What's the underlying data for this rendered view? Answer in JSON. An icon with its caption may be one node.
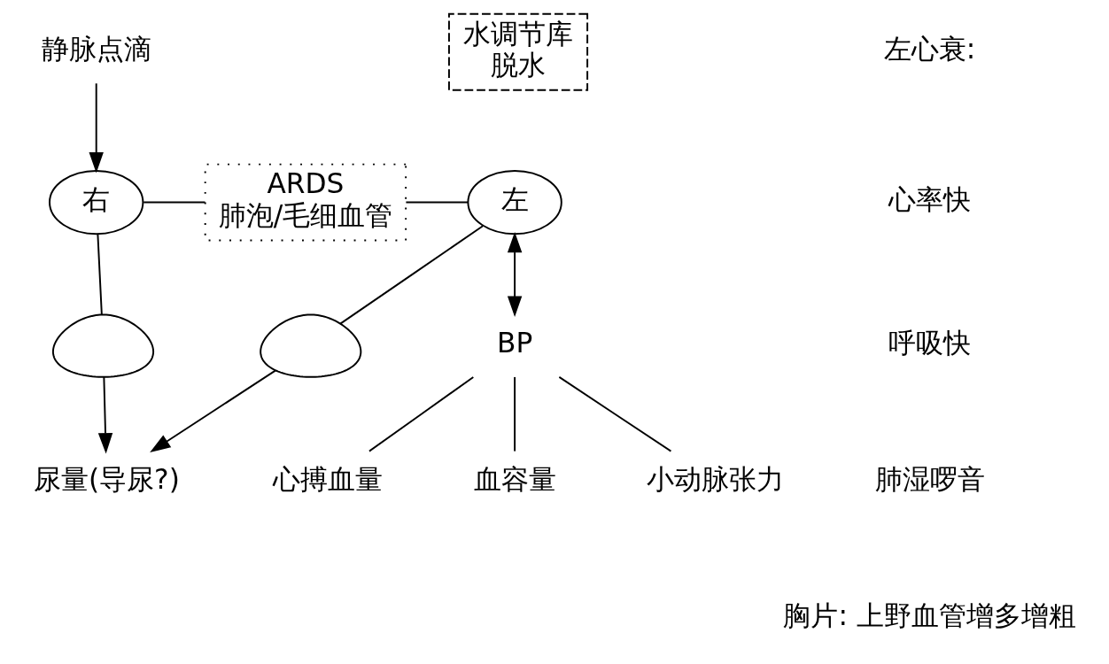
{
  "diagram": {
    "nodes": [
      {
        "text": [
          "静脉点滴"
        ]
      },
      {
        "text": [
          "右"
        ]
      },
      {
        "text": [
          "ARDS",
          "肺泡/毛细血管"
        ]
      },
      {
        "text": [
          "左"
        ]
      },
      {
        "text": [
          "水调节库",
          "脱水"
        ]
      },
      {
        "text": [],
        "shape": "kidney"
      },
      {
        "text": [],
        "shape": "kidney"
      },
      {
        "text": [
          "尿量(导尿?)"
        ]
      },
      {
        "text": [
          "BP"
        ]
      },
      {
        "text": [
          "心搏血量"
        ]
      },
      {
        "text": [
          "血容量"
        ]
      },
      {
        "text": [
          "小动脉张力"
        ]
      }
    ],
    "edges": [
      {
        "from": 0,
        "to": 1,
        "arrow": "to"
      },
      {
        "from": 1,
        "to": 2,
        "arrow": "none"
      },
      {
        "from": 2,
        "to": 3,
        "arrow": "none"
      },
      {
        "from": 3,
        "to": 8,
        "arrow": "both"
      },
      {
        "from": 8,
        "to": 9,
        "arrow": "none"
      },
      {
        "from": 8,
        "to": 10,
        "arrow": "none"
      },
      {
        "from": 8,
        "to": 11,
        "arrow": "none"
      },
      {
        "from": 1,
        "to": 5,
        "arrow": "none"
      },
      {
        "from": 3,
        "to": 6,
        "arrow": "none"
      },
      {
        "from": 5,
        "to": 7,
        "arrow": "to"
      },
      {
        "from": 6,
        "to": 7,
        "arrow": "to"
      }
    ],
    "labels": [
      "左心衰:",
      "心率快",
      "呼吸快",
      "肺湿啰音",
      "胸片: 上野血管增多增粗"
    ]
  }
}
